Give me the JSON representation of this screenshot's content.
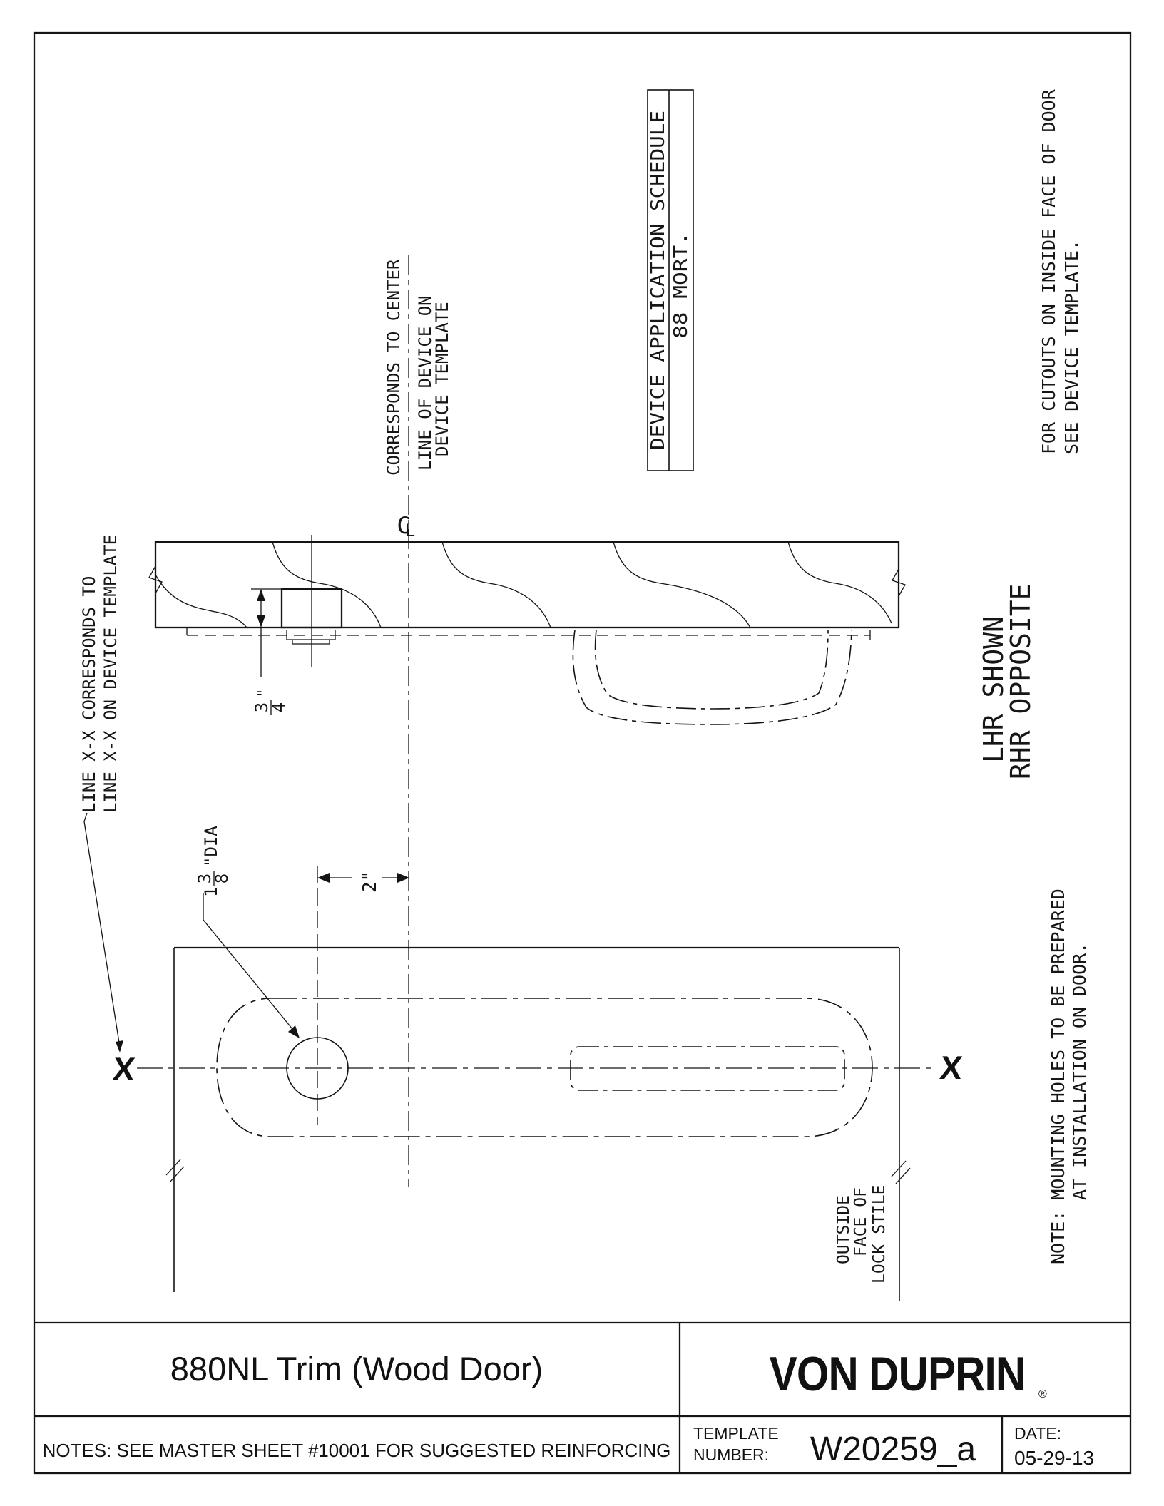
{
  "drawing": {
    "schedule": {
      "title": "DEVICE APPLICATION SCHEDULE",
      "entry": "88 MORT."
    },
    "notes": {
      "center_line_1": "CORRESPONDS TO CENTER",
      "center_line_2": "LINE OF DEVICE ON",
      "center_line_3": "DEVICE TEMPLATE",
      "cutouts_1": "FOR CUTOUTS ON INSIDE FACE OF DOOR",
      "cutouts_2": "SEE DEVICE TEMPLATE.",
      "line_xx_1": "LINE X-X CORRESPONDS TO",
      "line_xx_2": "LINE X-X ON DEVICE TEMPLATE",
      "handing_1": "LHR SHOWN",
      "handing_2": "RHR OPPOSITE",
      "mounting_1": "NOTE: MOUNTING HOLES TO BE PREPARED",
      "mounting_2": "AT INSTALLATION ON DOOR.",
      "outside_1": "OUTSIDE",
      "outside_2": "FACE OF",
      "outside_3": "LOCK STILE"
    },
    "dimensions": {
      "thickness_num": "3",
      "thickness_den": "4",
      "thickness_unit": "\"",
      "dia_whole": "1",
      "dia_num": "3",
      "dia_den": "8",
      "dia_suffix": "\"DIA",
      "offset": "2\"",
      "cl_c": "C",
      "cl_l": "L",
      "x_left": "X",
      "x_right": "X"
    }
  },
  "title_block": {
    "title": "880NL Trim (Wood Door)",
    "brand": "VON DUPRIN",
    "registered": "®",
    "notes": "NOTES: SEE MASTER SHEET #10001 FOR SUGGESTED REINFORCING",
    "template_label_1": "TEMPLATE",
    "template_label_2": "NUMBER:",
    "template_number": "W20259_a",
    "date_label": "DATE:",
    "date_value": "05-29-13"
  }
}
